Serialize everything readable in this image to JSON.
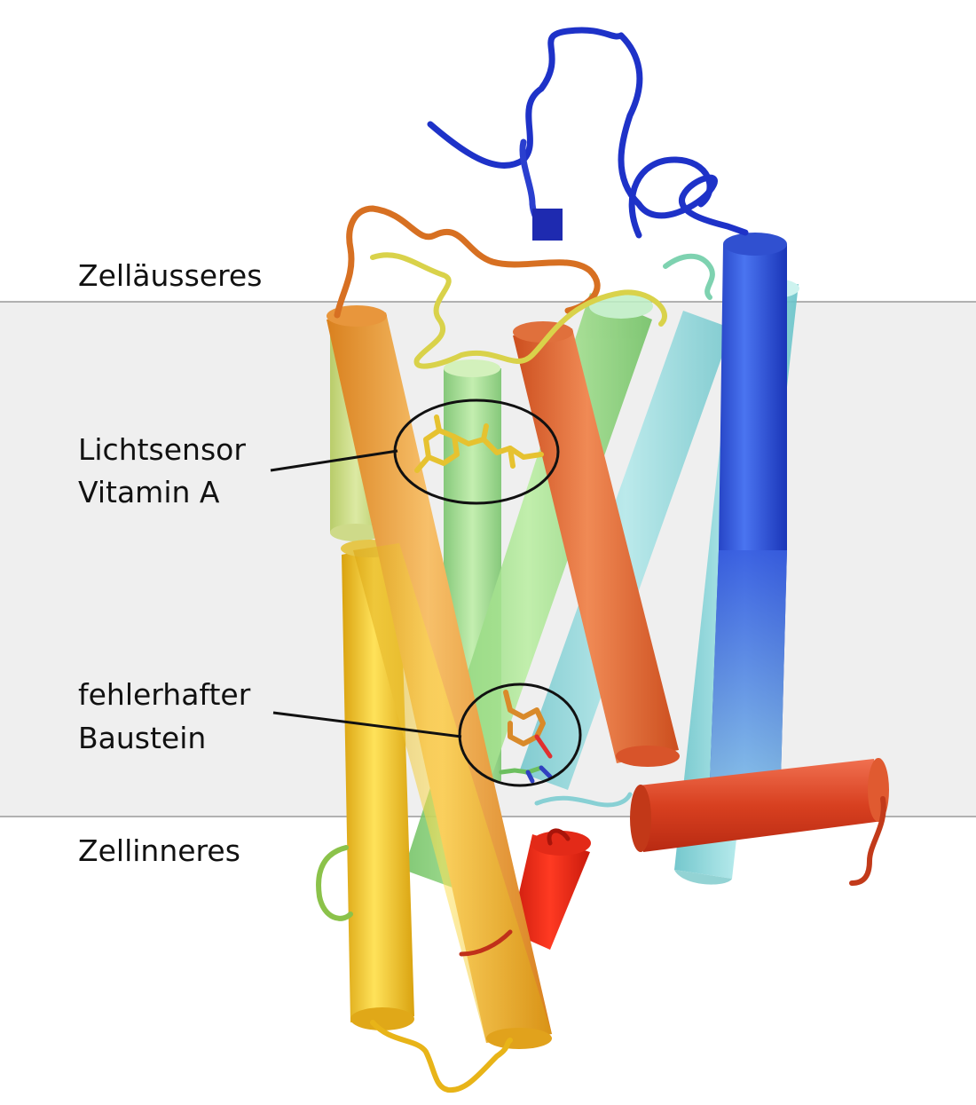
{
  "labels": {
    "outside": "Zelläusseres",
    "inside": "Zellinneres",
    "sensor_line1": "Lichtsensor",
    "sensor_line2": "Vitamin A",
    "defect_line1": "fehlerhafter",
    "defect_line2": "Baustein"
  },
  "colors": {
    "membrane": "#efefef",
    "membrane_border": "#9a9a9a",
    "callout": "#111111",
    "helix_blue": "#2a52d6",
    "helix_cyan": "#7fd3d6",
    "helix_green": "#8fd47a",
    "helix_lime": "#b8d455",
    "helix_yellow": "#f2c21b",
    "helix_orange": "#e9962e",
    "helix_darkorange": "#e2622a",
    "helix_red": "#d93a1a"
  }
}
